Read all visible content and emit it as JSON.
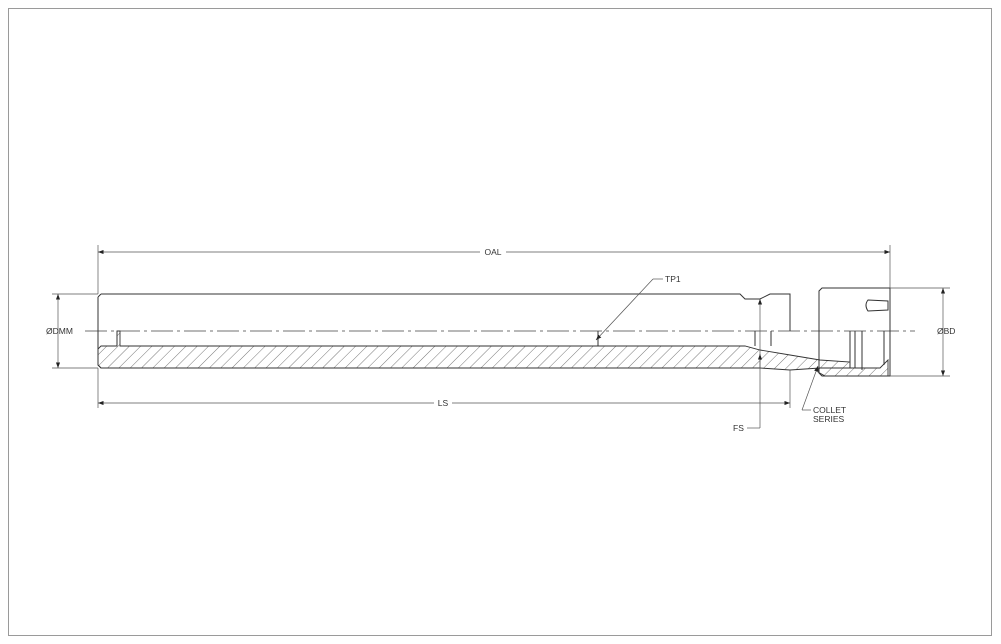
{
  "drawing": {
    "labels": {
      "oal": "OAL",
      "dmm": "ØDMM",
      "bd": "ØBD",
      "ls": "LS",
      "fs": "FS",
      "tp1": "TP1",
      "collet_line1": "COLLET",
      "collet_line2": "SERIES"
    }
  }
}
